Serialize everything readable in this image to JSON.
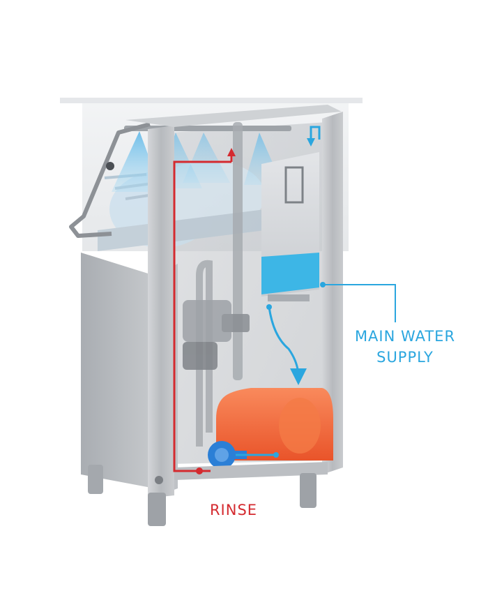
{
  "labels": {
    "main_water_line1": "MAIN WATER",
    "main_water_line2": "SUPPLY",
    "rinse": "RINSE"
  },
  "colors": {
    "water_blue": "#2aa6df",
    "rinse_red": "#d42a2f",
    "tank_orange": "#f26a3a",
    "steel": "#b9bcc0",
    "steel_dark": "#8e9297",
    "spray_blue": "#7cc6ec"
  }
}
